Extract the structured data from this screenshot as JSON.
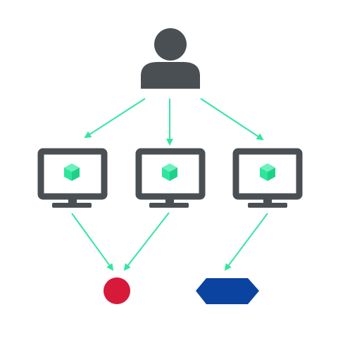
{
  "colors": {
    "background": "#ffffff",
    "icon_gray": "#4a4f54",
    "arrow_green": "#33e6a0",
    "cube_green": "#2ee59d",
    "circle_red": "#d7193a",
    "hexagon_blue": "#0a44a0"
  },
  "nodes": {
    "user": {
      "icon": "user-icon"
    },
    "computers": [
      {
        "icon": "monitor-icon",
        "content_icon": "cube-icon"
      },
      {
        "icon": "monitor-icon",
        "content_icon": "cube-icon"
      },
      {
        "icon": "monitor-icon",
        "content_icon": "cube-icon"
      }
    ],
    "targets": [
      {
        "icon": "circle-icon",
        "shape": "circle"
      },
      {
        "icon": "hexagon-icon",
        "shape": "hexagon"
      }
    ]
  },
  "edges": [
    {
      "from": "user",
      "to": "computer-1"
    },
    {
      "from": "user",
      "to": "computer-2"
    },
    {
      "from": "user",
      "to": "computer-3"
    },
    {
      "from": "computer-1",
      "to": "circle"
    },
    {
      "from": "computer-2",
      "to": "circle"
    },
    {
      "from": "computer-3",
      "to": "hexagon"
    }
  ]
}
